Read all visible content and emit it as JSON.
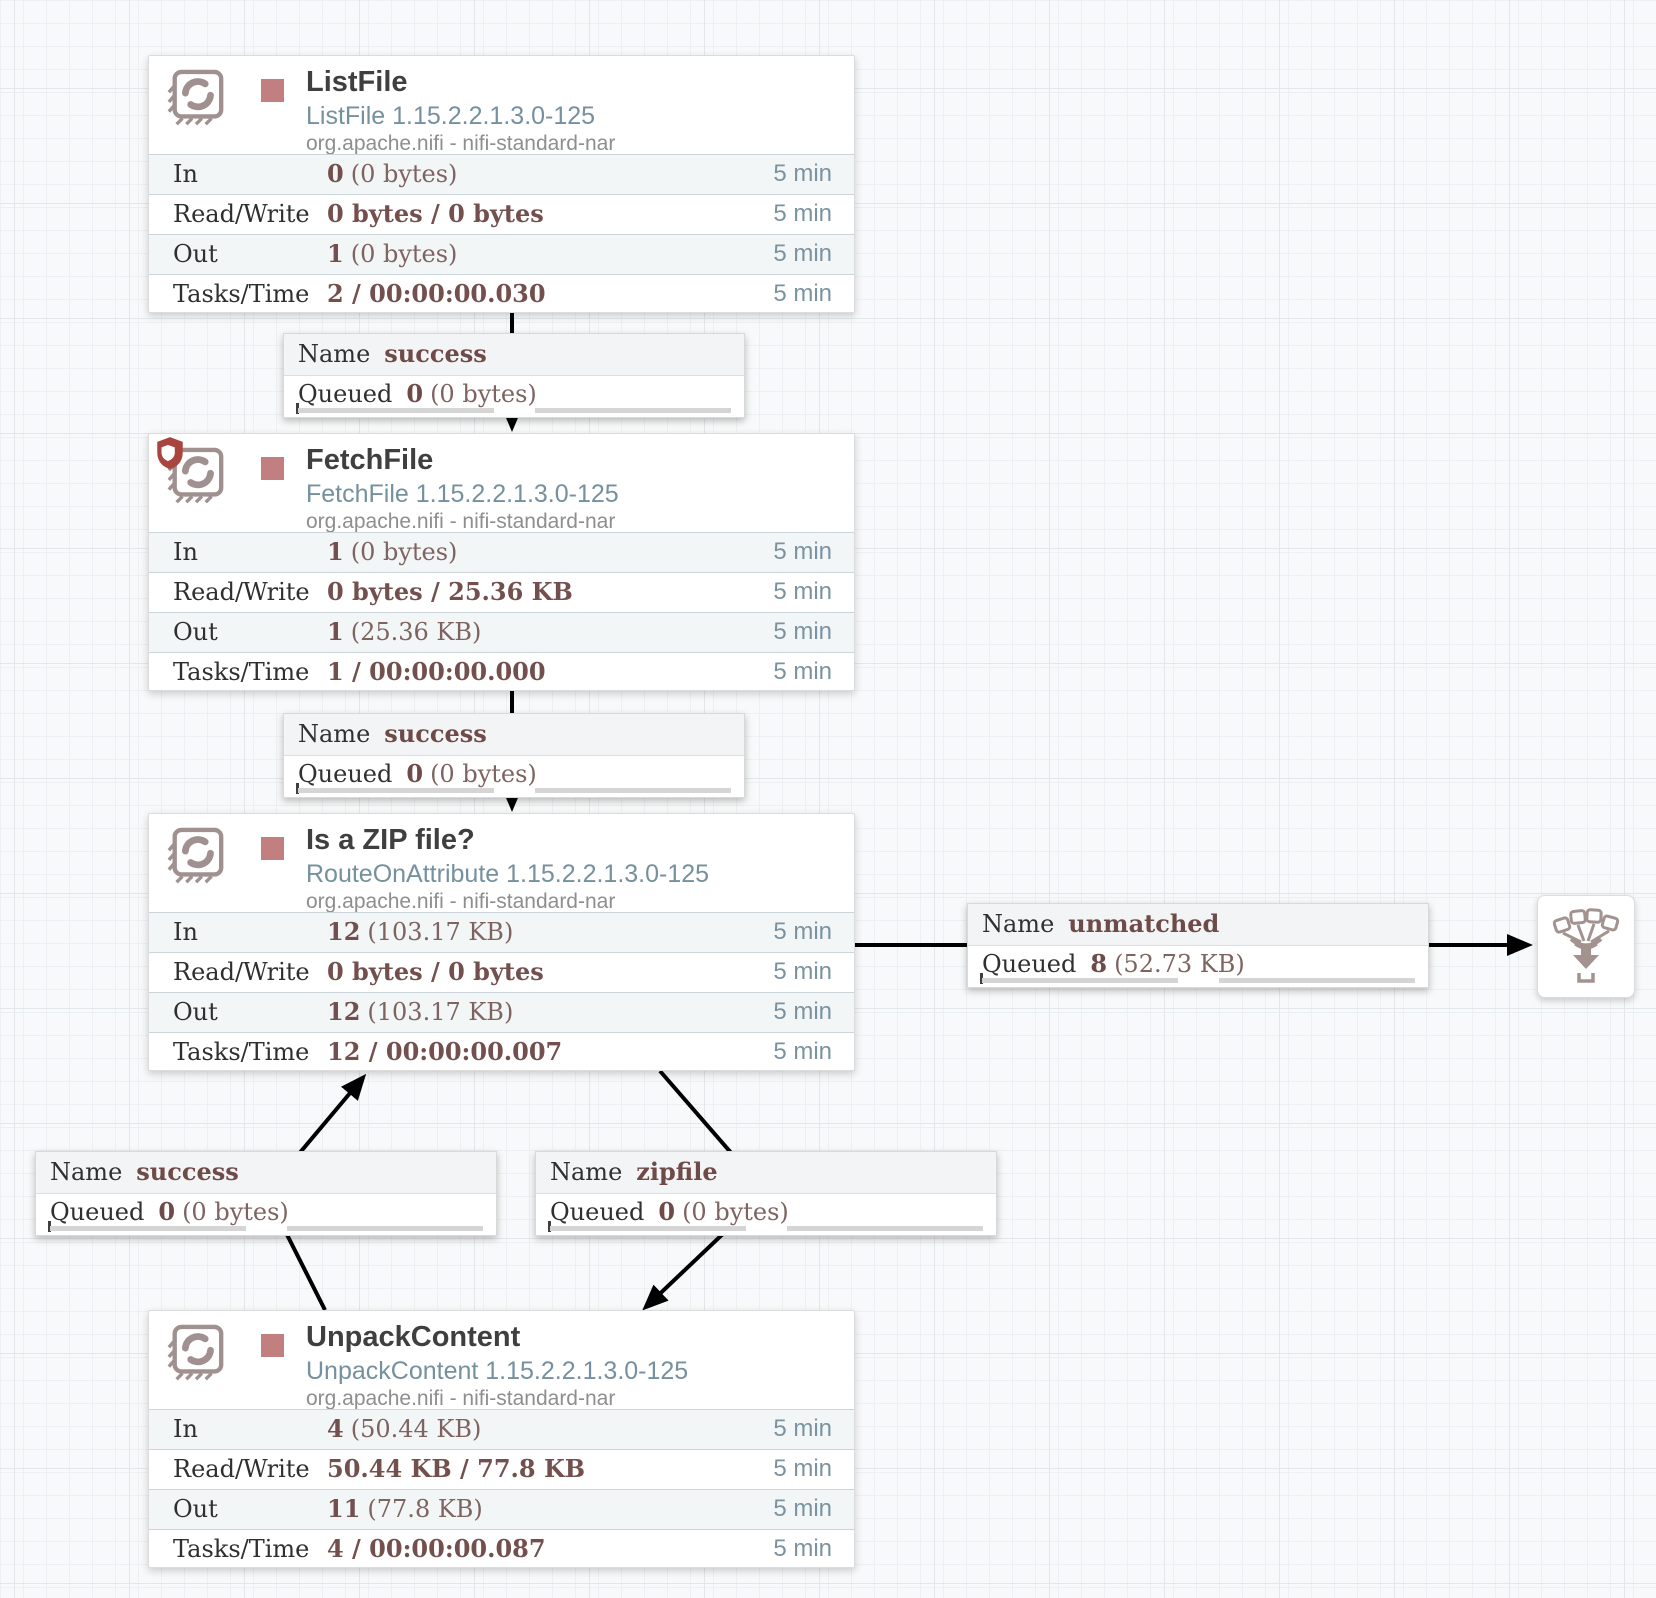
{
  "strings": {
    "name_label": "Name",
    "queued_label": "Queued"
  },
  "processors": [
    {
      "name": "ListFile",
      "type": "ListFile 1.15.2.2.1.3.0-125",
      "bundle": "org.apache.nifi - nifi-standard-nar",
      "restricted": false,
      "stats": [
        {
          "label": "In",
          "bold": "0",
          "rest": "(0 bytes)",
          "time": "5 min"
        },
        {
          "label": "Read/Write",
          "bold": "0 bytes / 0 bytes",
          "rest": "",
          "time": "5 min"
        },
        {
          "label": "Out",
          "bold": "1",
          "rest": "(0 bytes)",
          "time": "5 min"
        },
        {
          "label": "Tasks/Time",
          "bold": "2 / 00:00:00.030",
          "rest": "",
          "time": "5 min"
        }
      ]
    },
    {
      "name": "FetchFile",
      "type": "FetchFile 1.15.2.2.1.3.0-125",
      "bundle": "org.apache.nifi - nifi-standard-nar",
      "restricted": true,
      "stats": [
        {
          "label": "In",
          "bold": "1",
          "rest": "(0 bytes)",
          "time": "5 min"
        },
        {
          "label": "Read/Write",
          "bold": "0 bytes / 25.36 KB",
          "rest": "",
          "time": "5 min"
        },
        {
          "label": "Out",
          "bold": "1",
          "rest": "(25.36 KB)",
          "time": "5 min"
        },
        {
          "label": "Tasks/Time",
          "bold": "1 / 00:00:00.000",
          "rest": "",
          "time": "5 min"
        }
      ]
    },
    {
      "name": "Is a ZIP file?",
      "type": "RouteOnAttribute 1.15.2.2.1.3.0-125",
      "bundle": "org.apache.nifi - nifi-standard-nar",
      "restricted": false,
      "stats": [
        {
          "label": "In",
          "bold": "12",
          "rest": "(103.17 KB)",
          "time": "5 min"
        },
        {
          "label": "Read/Write",
          "bold": "0 bytes / 0 bytes",
          "rest": "",
          "time": "5 min"
        },
        {
          "label": "Out",
          "bold": "12",
          "rest": "(103.17 KB)",
          "time": "5 min"
        },
        {
          "label": "Tasks/Time",
          "bold": "12 / 00:00:00.007",
          "rest": "",
          "time": "5 min"
        }
      ]
    },
    {
      "name": "UnpackContent",
      "type": "UnpackContent 1.15.2.2.1.3.0-125",
      "bundle": "org.apache.nifi - nifi-standard-nar",
      "restricted": false,
      "stats": [
        {
          "label": "In",
          "bold": "4",
          "rest": "(50.44 KB)",
          "time": "5 min"
        },
        {
          "label": "Read/Write",
          "bold": "50.44 KB / 77.8 KB",
          "rest": "",
          "time": "5 min"
        },
        {
          "label": "Out",
          "bold": "11",
          "rest": "(77.8 KB)",
          "time": "5 min"
        },
        {
          "label": "Tasks/Time",
          "bold": "4 / 00:00:00.087",
          "rest": "",
          "time": "5 min"
        }
      ]
    }
  ],
  "connections": [
    {
      "name": "success",
      "queued_count": "0",
      "queued_size": "(0 bytes)"
    },
    {
      "name": "success",
      "queued_count": "0",
      "queued_size": "(0 bytes)"
    },
    {
      "name": "unmatched",
      "queued_count": "8",
      "queued_size": "(52.73 KB)"
    },
    {
      "name": "success",
      "queued_count": "0",
      "queued_size": "(0 bytes)"
    },
    {
      "name": "zipfile",
      "queued_count": "0",
      "queued_size": "(0 bytes)"
    }
  ],
  "icons": {
    "processor": "processor-chip-icon",
    "run_status": "stopped-square-icon",
    "restricted": "restricted-shield-icon",
    "funnel": "funnel-icon"
  },
  "colors": {
    "canvas_bg": "#f8f9fa",
    "stopped_status": "#c17f7f",
    "stat_value": "#73504e",
    "timeframe": "#7b93a1",
    "type_text": "#75909e",
    "icon_taupe": "#a09090",
    "restricted_red": "#a8453e",
    "wire": "#000000"
  }
}
